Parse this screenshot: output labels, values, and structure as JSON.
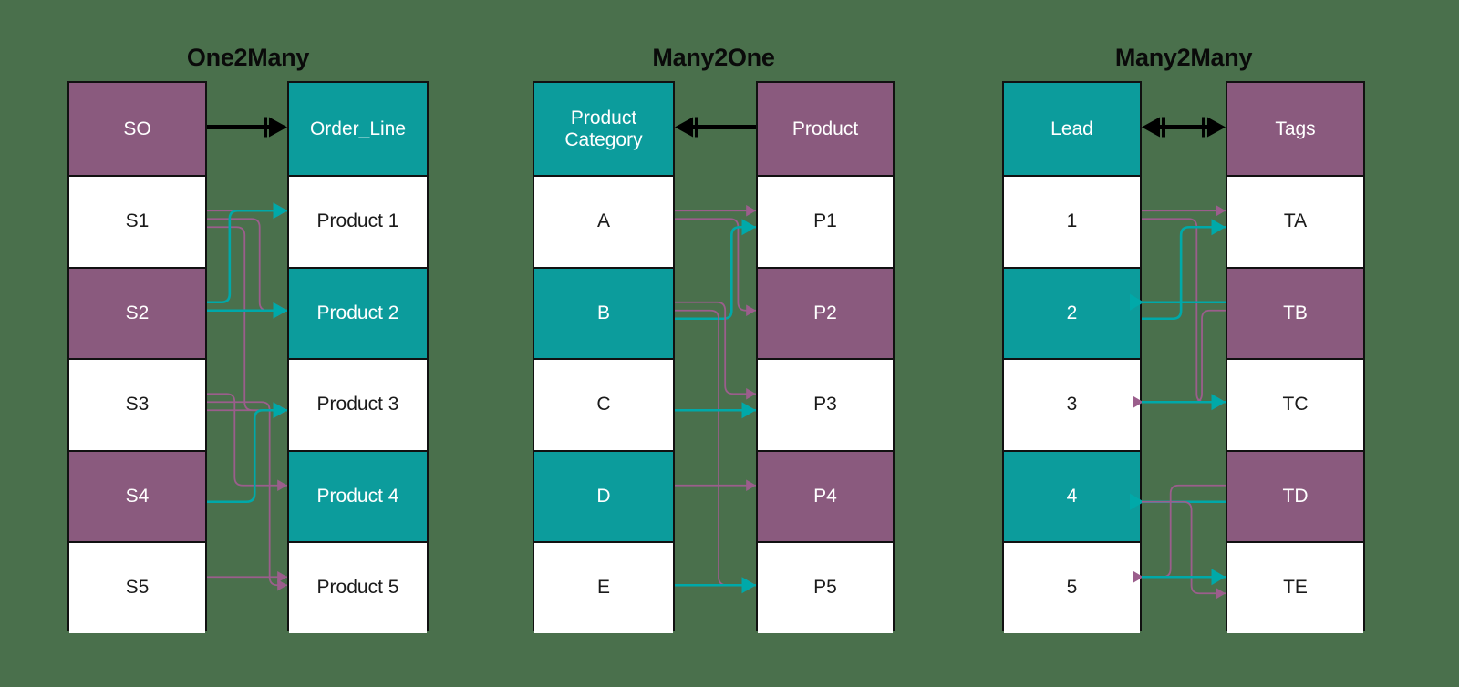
{
  "figure": {
    "background_color": "#4a704c",
    "purple_color": "#8a5a7e",
    "teal_color": "#0c9c9c",
    "white_color": "#ffffff",
    "border_color": "#111111",
    "link_purple": "#9b5e8c",
    "link_teal": "#00a9a9",
    "relation_line_color": "#000000"
  },
  "panels": [
    {
      "id": "one2many",
      "title": "One2Many",
      "relation": {
        "type": "one-to-many",
        "left_end": "single",
        "right_end": "crowsfoot",
        "from": "SO",
        "to": "Order_Line"
      },
      "left_column": {
        "name": "SO",
        "header": "SO",
        "header_fill": "purple",
        "rows": [
          {
            "label": "S1",
            "fill": "white"
          },
          {
            "label": "S2",
            "fill": "purple"
          },
          {
            "label": "S3",
            "fill": "white"
          },
          {
            "label": "S4",
            "fill": "purple"
          },
          {
            "label": "S5",
            "fill": "white"
          }
        ]
      },
      "right_column": {
        "name": "Order_Line",
        "header": "Order_Line",
        "header_fill": "teal",
        "rows": [
          {
            "label": "Product 1",
            "fill": "white"
          },
          {
            "label": "Product 2",
            "fill": "teal"
          },
          {
            "label": "Product 3",
            "fill": "white"
          },
          {
            "label": "Product 4",
            "fill": "teal"
          },
          {
            "label": "Product 5",
            "fill": "white"
          }
        ]
      },
      "links": [
        {
          "from": "S1",
          "to": "Product 1",
          "color": "purple",
          "direction": "right"
        },
        {
          "from": "S1",
          "to": "Product 2",
          "color": "purple",
          "direction": "right"
        },
        {
          "from": "S1",
          "to": "Product 3",
          "color": "purple",
          "direction": "right"
        },
        {
          "from": "S2",
          "to": "Product 1",
          "color": "teal",
          "direction": "right"
        },
        {
          "from": "S2",
          "to": "Product 2",
          "color": "teal",
          "direction": "right"
        },
        {
          "from": "S3",
          "to": "Product 3",
          "color": "purple",
          "direction": "right"
        },
        {
          "from": "S3",
          "to": "Product 4",
          "color": "purple",
          "direction": "right"
        },
        {
          "from": "S3",
          "to": "Product 5",
          "color": "purple",
          "direction": "right"
        },
        {
          "from": "S4",
          "to": "Product 3",
          "color": "teal",
          "direction": "right"
        },
        {
          "from": "S5",
          "to": "Product 5",
          "color": "purple",
          "direction": "right"
        }
      ]
    },
    {
      "id": "many2one",
      "title": "Many2One",
      "relation": {
        "type": "many-to-one",
        "left_end": "crowsfoot",
        "right_end": "single",
        "from": "Product Category",
        "to": "Product"
      },
      "left_column": {
        "name": "Product Category",
        "header": "Product\nCategory",
        "header_fill": "teal",
        "rows": [
          {
            "label": "A",
            "fill": "white"
          },
          {
            "label": "B",
            "fill": "teal"
          },
          {
            "label": "C",
            "fill": "white"
          },
          {
            "label": "D",
            "fill": "teal"
          },
          {
            "label": "E",
            "fill": "white"
          }
        ]
      },
      "right_column": {
        "name": "Product",
        "header": "Product",
        "header_fill": "purple",
        "rows": [
          {
            "label": "P1",
            "fill": "white"
          },
          {
            "label": "P2",
            "fill": "purple"
          },
          {
            "label": "P3",
            "fill": "white"
          },
          {
            "label": "P4",
            "fill": "purple"
          },
          {
            "label": "P5",
            "fill": "white"
          }
        ]
      },
      "links": [
        {
          "from": "A",
          "to": "P1",
          "color": "purple",
          "direction": "right"
        },
        {
          "from": "A",
          "to": "P2",
          "color": "purple",
          "direction": "right"
        },
        {
          "from": "B",
          "to": "P1",
          "color": "teal",
          "direction": "right"
        },
        {
          "from": "B",
          "to": "P3",
          "color": "purple",
          "direction": "right"
        },
        {
          "from": "B",
          "to": "P5",
          "color": "purple",
          "direction": "right"
        },
        {
          "from": "C",
          "to": "P3",
          "color": "teal",
          "direction": "right"
        },
        {
          "from": "D",
          "to": "P4",
          "color": "purple",
          "direction": "right"
        },
        {
          "from": "E",
          "to": "P5",
          "color": "teal",
          "direction": "right"
        }
      ]
    },
    {
      "id": "many2many",
      "title": "Many2Many",
      "relation": {
        "type": "many-to-many",
        "left_end": "crowsfoot",
        "right_end": "crowsfoot",
        "from": "Lead",
        "to": "Tags"
      },
      "left_column": {
        "name": "Lead",
        "header": "Lead",
        "header_fill": "teal",
        "rows": [
          {
            "label": "1",
            "fill": "white"
          },
          {
            "label": "2",
            "fill": "teal"
          },
          {
            "label": "3",
            "fill": "white"
          },
          {
            "label": "4",
            "fill": "teal"
          },
          {
            "label": "5",
            "fill": "white"
          }
        ]
      },
      "right_column": {
        "name": "Tags",
        "header": "Tags",
        "header_fill": "purple",
        "rows": [
          {
            "label": "TA",
            "fill": "white"
          },
          {
            "label": "TB",
            "fill": "purple"
          },
          {
            "label": "TC",
            "fill": "white"
          },
          {
            "label": "TD",
            "fill": "purple"
          },
          {
            "label": "TE",
            "fill": "white"
          }
        ]
      },
      "links": [
        {
          "from": "1",
          "to": "TA",
          "color": "purple",
          "direction": "right"
        },
        {
          "from": "1",
          "to": "TC",
          "color": "purple",
          "direction": "right"
        },
        {
          "from": "2",
          "to": "TA",
          "color": "teal",
          "direction": "right"
        },
        {
          "from": "TB",
          "to": "2",
          "color": "teal",
          "direction": "left"
        },
        {
          "from": "TB",
          "to": "3",
          "color": "purple",
          "direction": "left"
        },
        {
          "from": "TD",
          "to": "4",
          "color": "teal",
          "direction": "left"
        },
        {
          "from": "TD",
          "to": "5",
          "color": "purple",
          "direction": "left"
        },
        {
          "from": "3",
          "to": "TC",
          "color": "teal",
          "direction": "right"
        },
        {
          "from": "4",
          "to": "TE",
          "color": "purple",
          "direction": "right"
        },
        {
          "from": "5",
          "to": "TE",
          "color": "teal",
          "direction": "right"
        }
      ]
    }
  ]
}
